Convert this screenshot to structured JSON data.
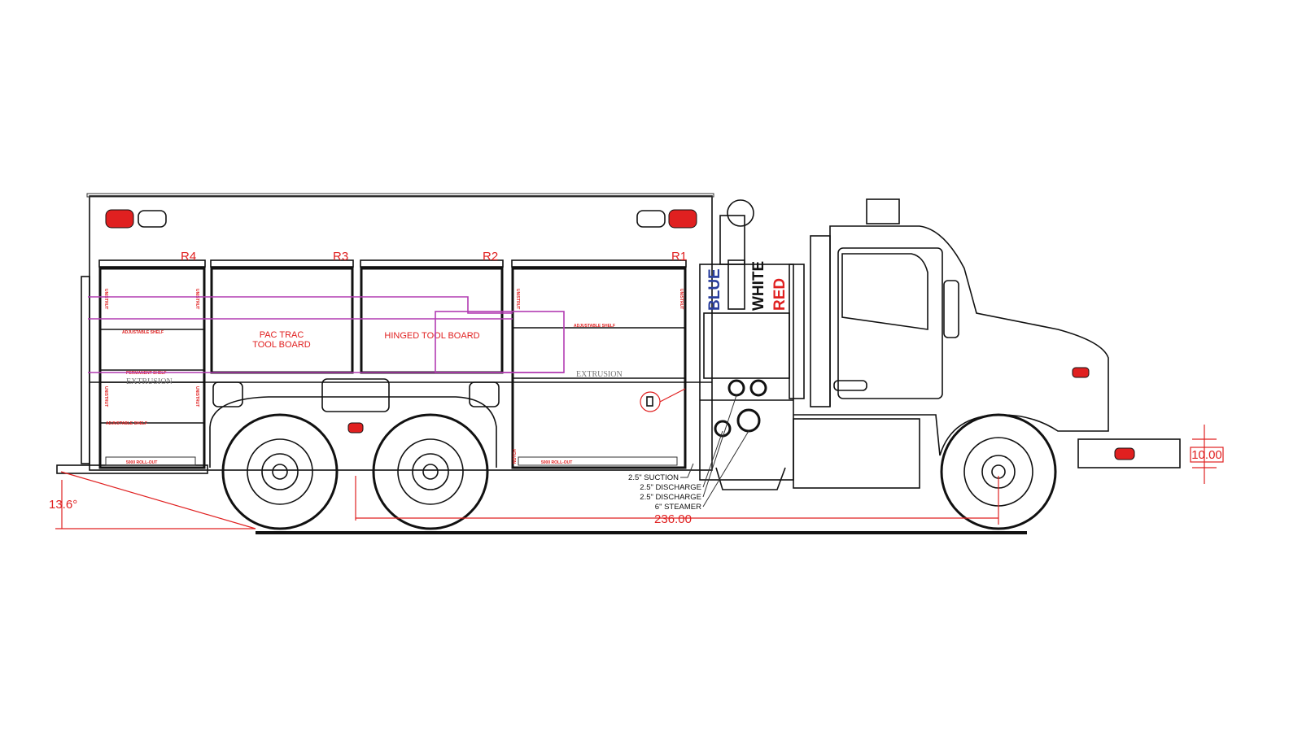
{
  "compartments": [
    {
      "id": "R4"
    },
    {
      "id": "R3"
    },
    {
      "id": "R2"
    },
    {
      "id": "R1"
    }
  ],
  "compartment_text": {
    "unistrut": "UNISTRUT",
    "adjustable_shelf": "ADJUSTABLE SHELF",
    "permanent_shelf": "PERMANENT SHELF",
    "extrusion": "EXTRUSION",
    "rollout": "5000 ROLL-OUT",
    "notch": "NOTCH",
    "r3_board_line1": "PAC TRAC",
    "r3_board_line2": "TOOL BOARD",
    "r2_board": "HINGED TOOL BOARD"
  },
  "pump_panel": {
    "colors": [
      {
        "label": "BLUE",
        "color": "#2a3f9e"
      },
      {
        "label": "WHITE",
        "color": "#111111"
      },
      {
        "label": "RED",
        "color": "#e02020"
      }
    ],
    "callouts": [
      "2.5\" SUCTION",
      "2.5\" DISCHARGE",
      "2.5\" DISCHARGE",
      "6\" STEAMER"
    ]
  },
  "dimensions": {
    "departure_angle": "13.6°",
    "wheelbase": "236.00",
    "bumper_extension": "10.00"
  },
  "colors": {
    "annotation": "#e02020",
    "tool_board": "#b23cb2"
  }
}
